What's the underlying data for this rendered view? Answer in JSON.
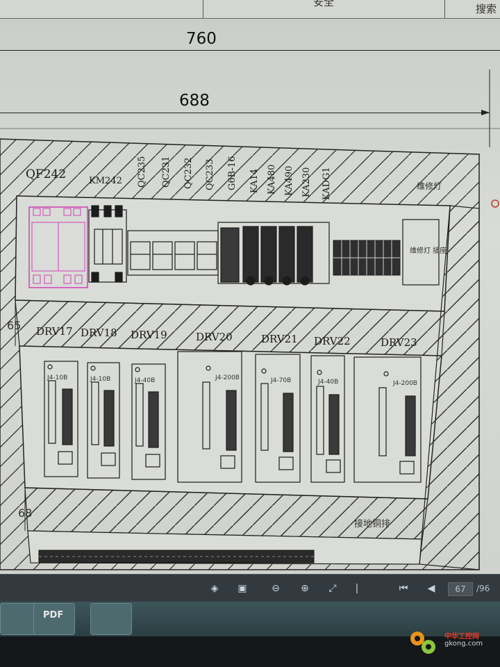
{
  "header": {
    "cell_text_1": "安全",
    "cell_text_2": "搜索"
  },
  "dimensions": {
    "overall_width": "760",
    "inner_width": "688",
    "height_top": "65",
    "height_bottom": "68"
  },
  "top_row": {
    "labels": [
      "QF242",
      "KM242",
      "QC235",
      "QC231",
      "QC232",
      "QC233",
      "G6B-16",
      "KA14",
      "KA480",
      "KA490",
      "KA230",
      "KADG1"
    ],
    "right_label": "维修灯",
    "small_box_text": "维修灯\n插座"
  },
  "drives": {
    "labels": [
      "DRV17",
      "DRV18",
      "DRV19",
      "DRV20",
      "DRV21",
      "DRV22",
      "DRV23"
    ],
    "models": [
      "J4-10B",
      "J4-10B",
      "J4-40B",
      "J4-200B",
      "J4-70B",
      "J4-40B",
      "J4-200B"
    ]
  },
  "ground_bar_label": "接地铜排",
  "toolbar": {
    "page_number": "67",
    "page_total": "/96"
  },
  "taskbar": {
    "pdf_label": "PDF"
  },
  "watermark": {
    "site_cn": "中华工控网",
    "site_url": "gkong.com"
  },
  "colors": {
    "line": "#1c1c1c",
    "breaker_magenta": "#d13fb8",
    "toolbar_bg": "#323a40",
    "taskbar_bg": "#3d565a",
    "watermark_red": "#e23a2a"
  }
}
